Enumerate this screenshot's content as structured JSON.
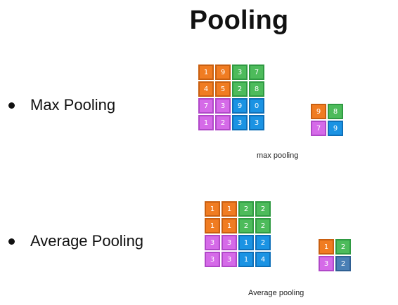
{
  "title": "Pooling",
  "sections": {
    "max": {
      "label": "Max Pooling",
      "caption": "max pooling",
      "input": [
        [
          {
            "v": "1",
            "c": "orange"
          },
          {
            "v": "9",
            "c": "orange"
          },
          {
            "v": "3",
            "c": "green"
          },
          {
            "v": "7",
            "c": "green"
          }
        ],
        [
          {
            "v": "4",
            "c": "orange"
          },
          {
            "v": "5",
            "c": "orange"
          },
          {
            "v": "2",
            "c": "green"
          },
          {
            "v": "8",
            "c": "green"
          }
        ],
        [
          {
            "v": "7",
            "c": "pink"
          },
          {
            "v": "3",
            "c": "pink"
          },
          {
            "v": "9",
            "c": "blue"
          },
          {
            "v": "0",
            "c": "blue"
          }
        ],
        [
          {
            "v": "1",
            "c": "pink"
          },
          {
            "v": "2",
            "c": "pink"
          },
          {
            "v": "3",
            "c": "blue"
          },
          {
            "v": "3",
            "c": "blue"
          }
        ]
      ],
      "output": [
        [
          {
            "v": "9",
            "c": "orange"
          },
          {
            "v": "8",
            "c": "green"
          }
        ],
        [
          {
            "v": "7",
            "c": "pink"
          },
          {
            "v": "9",
            "c": "blue"
          }
        ]
      ]
    },
    "avg": {
      "label": "Average Pooling",
      "caption": "Average pooling",
      "input": [
        [
          {
            "v": "1",
            "c": "orange"
          },
          {
            "v": "1",
            "c": "orange"
          },
          {
            "v": "2",
            "c": "green"
          },
          {
            "v": "2",
            "c": "green"
          }
        ],
        [
          {
            "v": "1",
            "c": "orange"
          },
          {
            "v": "1",
            "c": "orange"
          },
          {
            "v": "2",
            "c": "green"
          },
          {
            "v": "2",
            "c": "green"
          }
        ],
        [
          {
            "v": "3",
            "c": "pink"
          },
          {
            "v": "3",
            "c": "pink"
          },
          {
            "v": "1",
            "c": "blue"
          },
          {
            "v": "2",
            "c": "blue"
          }
        ],
        [
          {
            "v": "3",
            "c": "pink"
          },
          {
            "v": "3",
            "c": "pink"
          },
          {
            "v": "1",
            "c": "blue"
          },
          {
            "v": "4",
            "c": "blue"
          }
        ]
      ],
      "output": [
        [
          {
            "v": "1",
            "c": "orange"
          },
          {
            "v": "2",
            "c": "green"
          }
        ],
        [
          {
            "v": "3",
            "c": "pink"
          },
          {
            "v": "2",
            "c": "slate"
          }
        ]
      ]
    }
  },
  "colors": {
    "orange": "#f07c22",
    "green": "#4dbb5b",
    "pink": "#d56ae8",
    "blue": "#1b93e3",
    "slate": "#4a7fb5"
  }
}
